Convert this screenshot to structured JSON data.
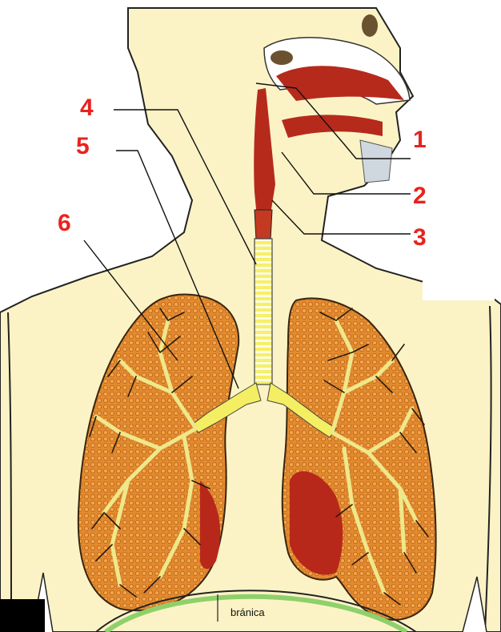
{
  "colors": {
    "label": "#e8231e",
    "skin": "#fbf3c5",
    "outline": "#222222",
    "lung_fill": "#e0892c",
    "lung_dark": "#b8281a",
    "airway": "#b62a1c",
    "trachea": "#f4ee62",
    "bronchi": "#e8e07a",
    "diaphragm": "#8fd06b"
  },
  "icons": {
    "head": "head-profile-icon",
    "lungs": "lungs-icon"
  },
  "labels": {
    "n1": "1",
    "n2": "2",
    "n3": "3",
    "n4": "4",
    "n5": "5",
    "n6": "6",
    "diaphragm": "bránica"
  }
}
